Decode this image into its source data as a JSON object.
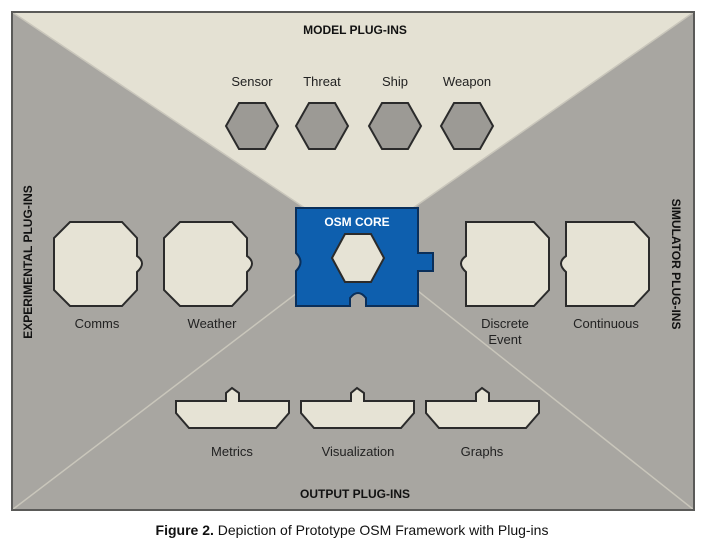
{
  "headers": {
    "model": "MODEL PLUG-INS",
    "experimental": "EXPERIMENTAL PLUG-INS",
    "simulator": "SIMULATOR PLUG-INS",
    "output": "OUTPUT PLUG-INS"
  },
  "model_plugins": [
    "Sensor",
    "Threat",
    "Ship",
    "Weapon"
  ],
  "experimental_plugins": [
    "Comms",
    "Weather"
  ],
  "simulator_plugins": {
    "discrete_line1": "Discrete",
    "discrete_line2": "Event",
    "continuous": "Continuous"
  },
  "output_plugins": [
    "Metrics",
    "Visualization",
    "Graphs"
  ],
  "core": {
    "label": "OSM CORE"
  },
  "caption": {
    "prefix": "Figure 2.",
    "text": " Depiction of Prototype OSM Framework with Plug-ins"
  },
  "colors": {
    "frame_light": "#e4e1d3",
    "frame_gray": "#a8a6a1",
    "piece_fill": "#e6e3d5",
    "hex_gray": "#9c9a95",
    "core_blue": "#0e5fae"
  }
}
